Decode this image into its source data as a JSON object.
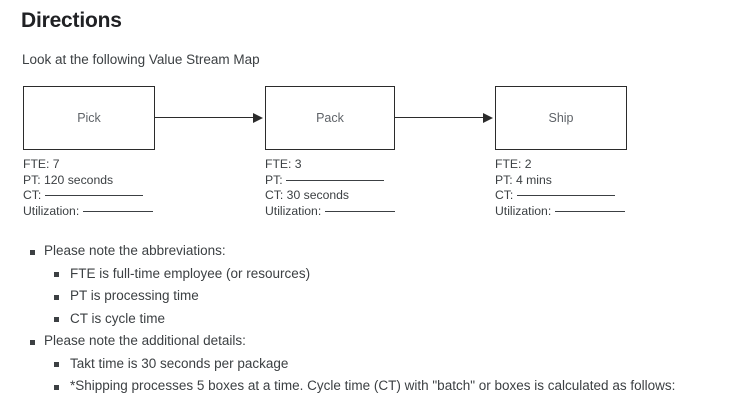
{
  "heading": {
    "title": "Directions",
    "intro": "Look at the following Value Stream Map"
  },
  "value_stream_map": {
    "processes": [
      {
        "name": "Pick",
        "metrics": {
          "fte_label": "FTE: 7",
          "pt_label": "PT: 120 seconds",
          "ct_label": "CT:",
          "ct_value": "",
          "utilization_label": "Utilization:",
          "utilization_value": ""
        }
      },
      {
        "name": "Pack",
        "metrics": {
          "fte_label": "FTE: 3",
          "pt_label": "PT:",
          "pt_value": "",
          "ct_label": "CT: 30 seconds",
          "utilization_label": "Utilization:",
          "utilization_value": ""
        }
      },
      {
        "name": "Ship",
        "metrics": {
          "fte_label": "FTE: 2",
          "pt_label": "PT: 4 mins",
          "ct_label": "CT:",
          "ct_value": "",
          "utilization_label": "Utilization:",
          "utilization_value": ""
        }
      }
    ],
    "flow_arrows": [
      {
        "from": "Pick",
        "to": "Pack"
      },
      {
        "from": "Pack",
        "to": "Ship"
      }
    ]
  },
  "notes": [
    {
      "text": "Please note the abbreviations:",
      "children": [
        "FTE is full-time employee (or resources)",
        "PT is processing time",
        "CT is cycle time"
      ]
    },
    {
      "text": "Please note the additional details:",
      "children": [
        "Takt time is 30 seconds per package",
        "*Shipping processes 5 boxes at a time.  Cycle time (CT) with \"batch\" or boxes is calculated as follows:"
      ]
    }
  ],
  "colors": {
    "text": "#3c4043",
    "title": "#202124",
    "box_stroke": "#2b2b2b",
    "box_label": "#5f6368",
    "background": "#ffffff"
  }
}
